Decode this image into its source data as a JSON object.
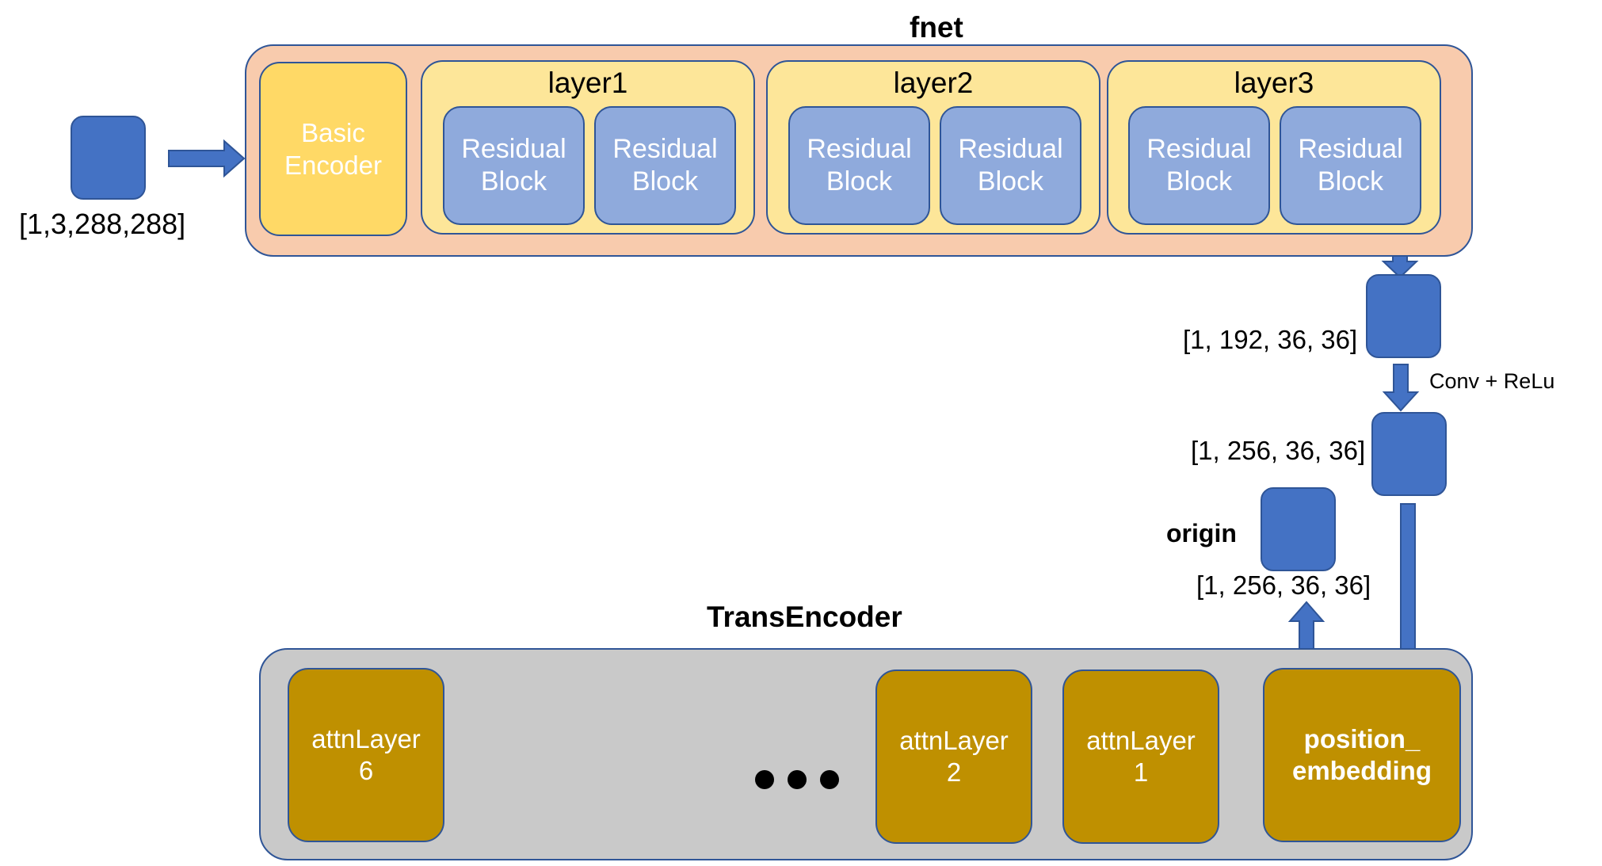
{
  "fnet": {
    "title": "fnet",
    "basic_encoder": "Basic\nEncoder",
    "layers": [
      {
        "title": "layer1",
        "blocks": [
          "Residual\nBlock",
          "Residual\nBlock"
        ]
      },
      {
        "title": "layer2",
        "blocks": [
          "Residual\nBlock",
          "Residual\nBlock"
        ]
      },
      {
        "title": "layer3",
        "blocks": [
          "Residual\nBlock",
          "Residual\nBlock"
        ]
      }
    ]
  },
  "input": {
    "shape": "[1,3,288,288]"
  },
  "fnet_output": {
    "shape": "[1,  192,  36,  36]"
  },
  "conv": {
    "label": "Conv  +  ReLu",
    "shape": "[1,  256,  36,  36]"
  },
  "origin": {
    "label": "origin",
    "shape": "[1,  256,  36,  36]"
  },
  "trans_encoder": {
    "title": "TransEncoder",
    "attn_layers": [
      "attnLayer\n6",
      "attnLayer\n2",
      "attnLayer\n1"
    ],
    "position_embedding": "position_\nembedding"
  },
  "colors": {
    "fnet_bg": "#f8cbad",
    "layer_bg": "#fde699",
    "basic_encoder": "#ffd966",
    "residual_block": "#8faadc",
    "tensor": "#4472c4",
    "trans_bg": "#c9c9c9",
    "attn_layer": "#bf9000",
    "border": "#2f5597"
  }
}
